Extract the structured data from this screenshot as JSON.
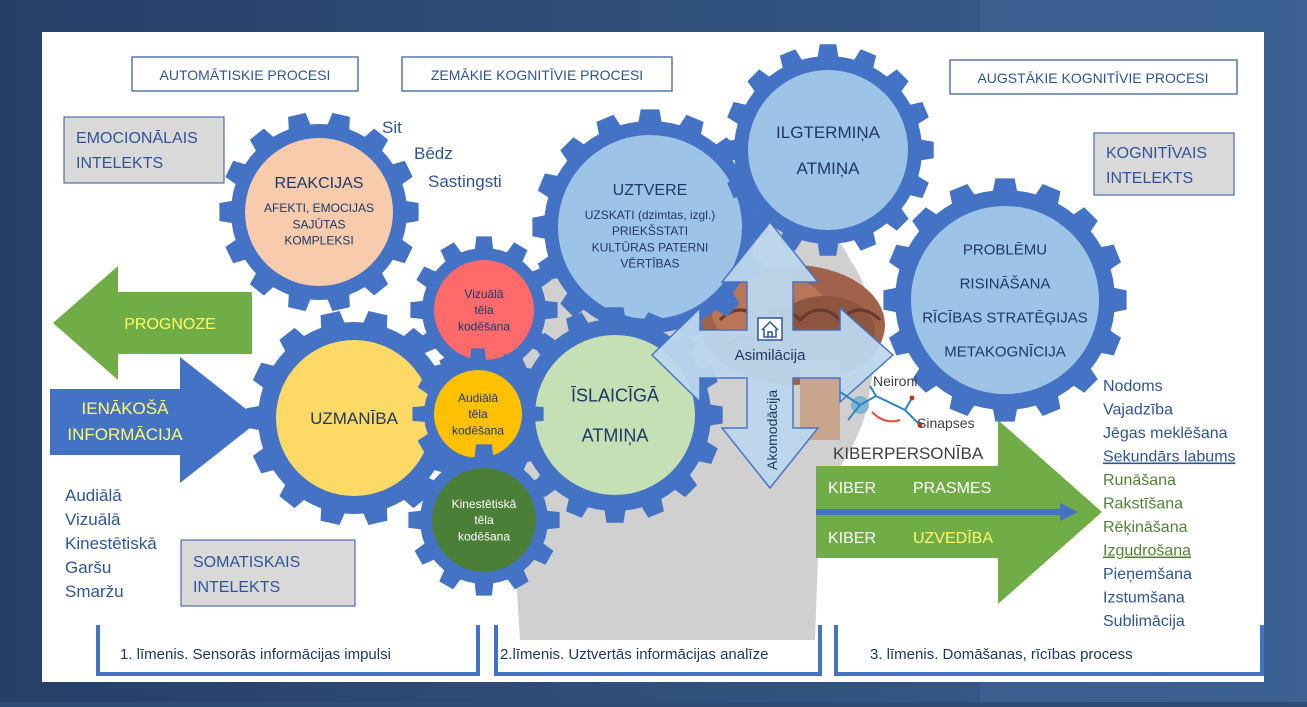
{
  "headers": {
    "automatic": "AUTOMĀTISKIE  PROCESI",
    "lower": "ZEMĀKIE KOGNITĪVIE  PROCESI",
    "higher": "AUGSTĀKIE KOGNITĪVIE  PROCESI"
  },
  "intellect": {
    "emotional": [
      "EMOCIONĀLAIS",
      "INTELEKTS"
    ],
    "cognitive": [
      "KOGNITĪVAIS",
      "INTELEKTS"
    ],
    "somatic": [
      "SOMATISKAIS",
      "INTELEKTS"
    ]
  },
  "reactions_side": [
    "Sit",
    "Bēdz",
    "Sastingsti"
  ],
  "gears": {
    "reactions": {
      "title": "REAKCIJAS",
      "lines": [
        "AFEKTI, EMOCIJAS",
        "SAJŪTAS",
        "KOMPLEKSI"
      ]
    },
    "attention": {
      "title": "UZMANĪBA"
    },
    "perception": {
      "title": "UZTVERE",
      "lines": [
        "UZSKATI (dzimtas, izgl.)",
        "PRIEKŠSTATI",
        "KULTŪRAS PATERNI",
        "VĒRTĪBAS"
      ]
    },
    "longterm": {
      "lines": [
        "ILGTERMIŅA",
        "ATMIŅA"
      ]
    },
    "shortterm": {
      "lines": [
        "ĪSLAICĪGĀ",
        "ATMIŅA"
      ]
    },
    "problem": {
      "lines": [
        "PROBLĒMU",
        "RISINĀŠANA",
        "RĪCĪBAS STRATĒĢIJAS",
        "METAKOGNĪCIJA"
      ]
    },
    "visual": {
      "lines": [
        "Vizuālā",
        "tēla",
        "kodēšana"
      ]
    },
    "audio": {
      "lines": [
        "Audiālā",
        "tēla",
        "kodēšana"
      ]
    },
    "kinesthetic": {
      "lines": [
        "Kinestētiskā",
        "tēla",
        "kodēšana"
      ]
    }
  },
  "arrows": {
    "forecast": "PROGNOZE",
    "incoming": [
      "IENĀKOŠĀ",
      "INFORMĀCIJA"
    ],
    "assimilation": "Asimilācija",
    "accommodation": "Akomodācija",
    "cyber_skills": {
      "prefix": "KIBER",
      "word": "PRASMES"
    },
    "cyber_behavior": {
      "prefix": "KIBER",
      "word": "UZVEDĪBA"
    }
  },
  "neurons": {
    "neurons_label": "Neironi",
    "synapses_label": "Sinapses",
    "cyberpersonality": "KIBERPERSONĪBA"
  },
  "senses": [
    "Audiālā",
    "Vizuālā",
    "Kinestētiskā",
    "Garšu",
    "Smaržu"
  ],
  "outcomes": [
    {
      "text": "Nodoms",
      "color": "#2f5597",
      "underline": false
    },
    {
      "text": "Vajadzība",
      "color": "#2f5597",
      "underline": false
    },
    {
      "text": "Jēgas meklēšana",
      "color": "#2f5597",
      "underline": false
    },
    {
      "text": "Sekundārs labums",
      "color": "#2f5597",
      "underline": true
    },
    {
      "text": "Runāšana",
      "color": "#548235",
      "underline": false
    },
    {
      "text": "Rakstīšana",
      "color": "#548235",
      "underline": false
    },
    {
      "text": "Rēķināšana",
      "color": "#548235",
      "underline": false
    },
    {
      "text": "Izgudrošana",
      "color": "#548235",
      "underline": true
    },
    {
      "text": "Pieņemšana",
      "color": "#2f5597",
      "underline": false
    },
    {
      "text": "Izstumšana",
      "color": "#2f5597",
      "underline": false
    },
    {
      "text": "Sublimācija",
      "color": "#2f5597",
      "underline": false
    }
  ],
  "levels": [
    "1. līmenis. Sensorās informācijas impulsi",
    "2.līmenis. Uztvertās informācijas analīze",
    "3. līmenis. Domāšanas, rīcības process"
  ],
  "colors": {
    "gear": "#4472c4",
    "gear_light": "#9dc3e6",
    "reactions_fill": "#f8cbad",
    "attention_fill": "#ffd966",
    "visual_fill": "#ff6b6b",
    "audio_fill": "#ffc000",
    "kinesthetic_fill": "#4b7f37",
    "shortterm_fill": "#c5e0b4",
    "green_arrow": "#70ad47",
    "blue_arrow": "#4472c4",
    "text_blue": "#2f5597",
    "text_green": "#548235"
  }
}
